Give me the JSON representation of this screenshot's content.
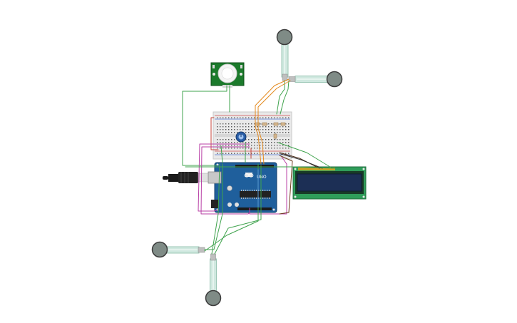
{
  "canvas": {
    "background": "#ffffff"
  },
  "components": {
    "arduino": {
      "type": "Arduino Uno",
      "board_text": "UNO",
      "color": "#1f5f9c"
    },
    "breadboard": {
      "type": "breadboard",
      "color": "#e6e6e6"
    },
    "lcd": {
      "type": "LCD 16x2",
      "color": "#2f9d5a",
      "screen_color": "#1c2f55"
    },
    "pir": {
      "type": "PIR motion sensor",
      "color": "#1b7a2b"
    },
    "potentiometer": {
      "type": "potentiometer",
      "color": "#2b5fa8"
    },
    "fsr_sensors": [
      {
        "id": "fsr-top"
      },
      {
        "id": "fsr-right"
      },
      {
        "id": "fsr-left"
      },
      {
        "id": "fsr-bottom"
      }
    ],
    "usb_cable": {
      "type": "USB cable",
      "color": "#1a1a1a"
    }
  },
  "wire_colors": {
    "green": "#3fa34d",
    "orange": "#e38a1f",
    "magenta": "#b83fa6",
    "red": "#c4453a",
    "dark": "#4a2c1a"
  }
}
